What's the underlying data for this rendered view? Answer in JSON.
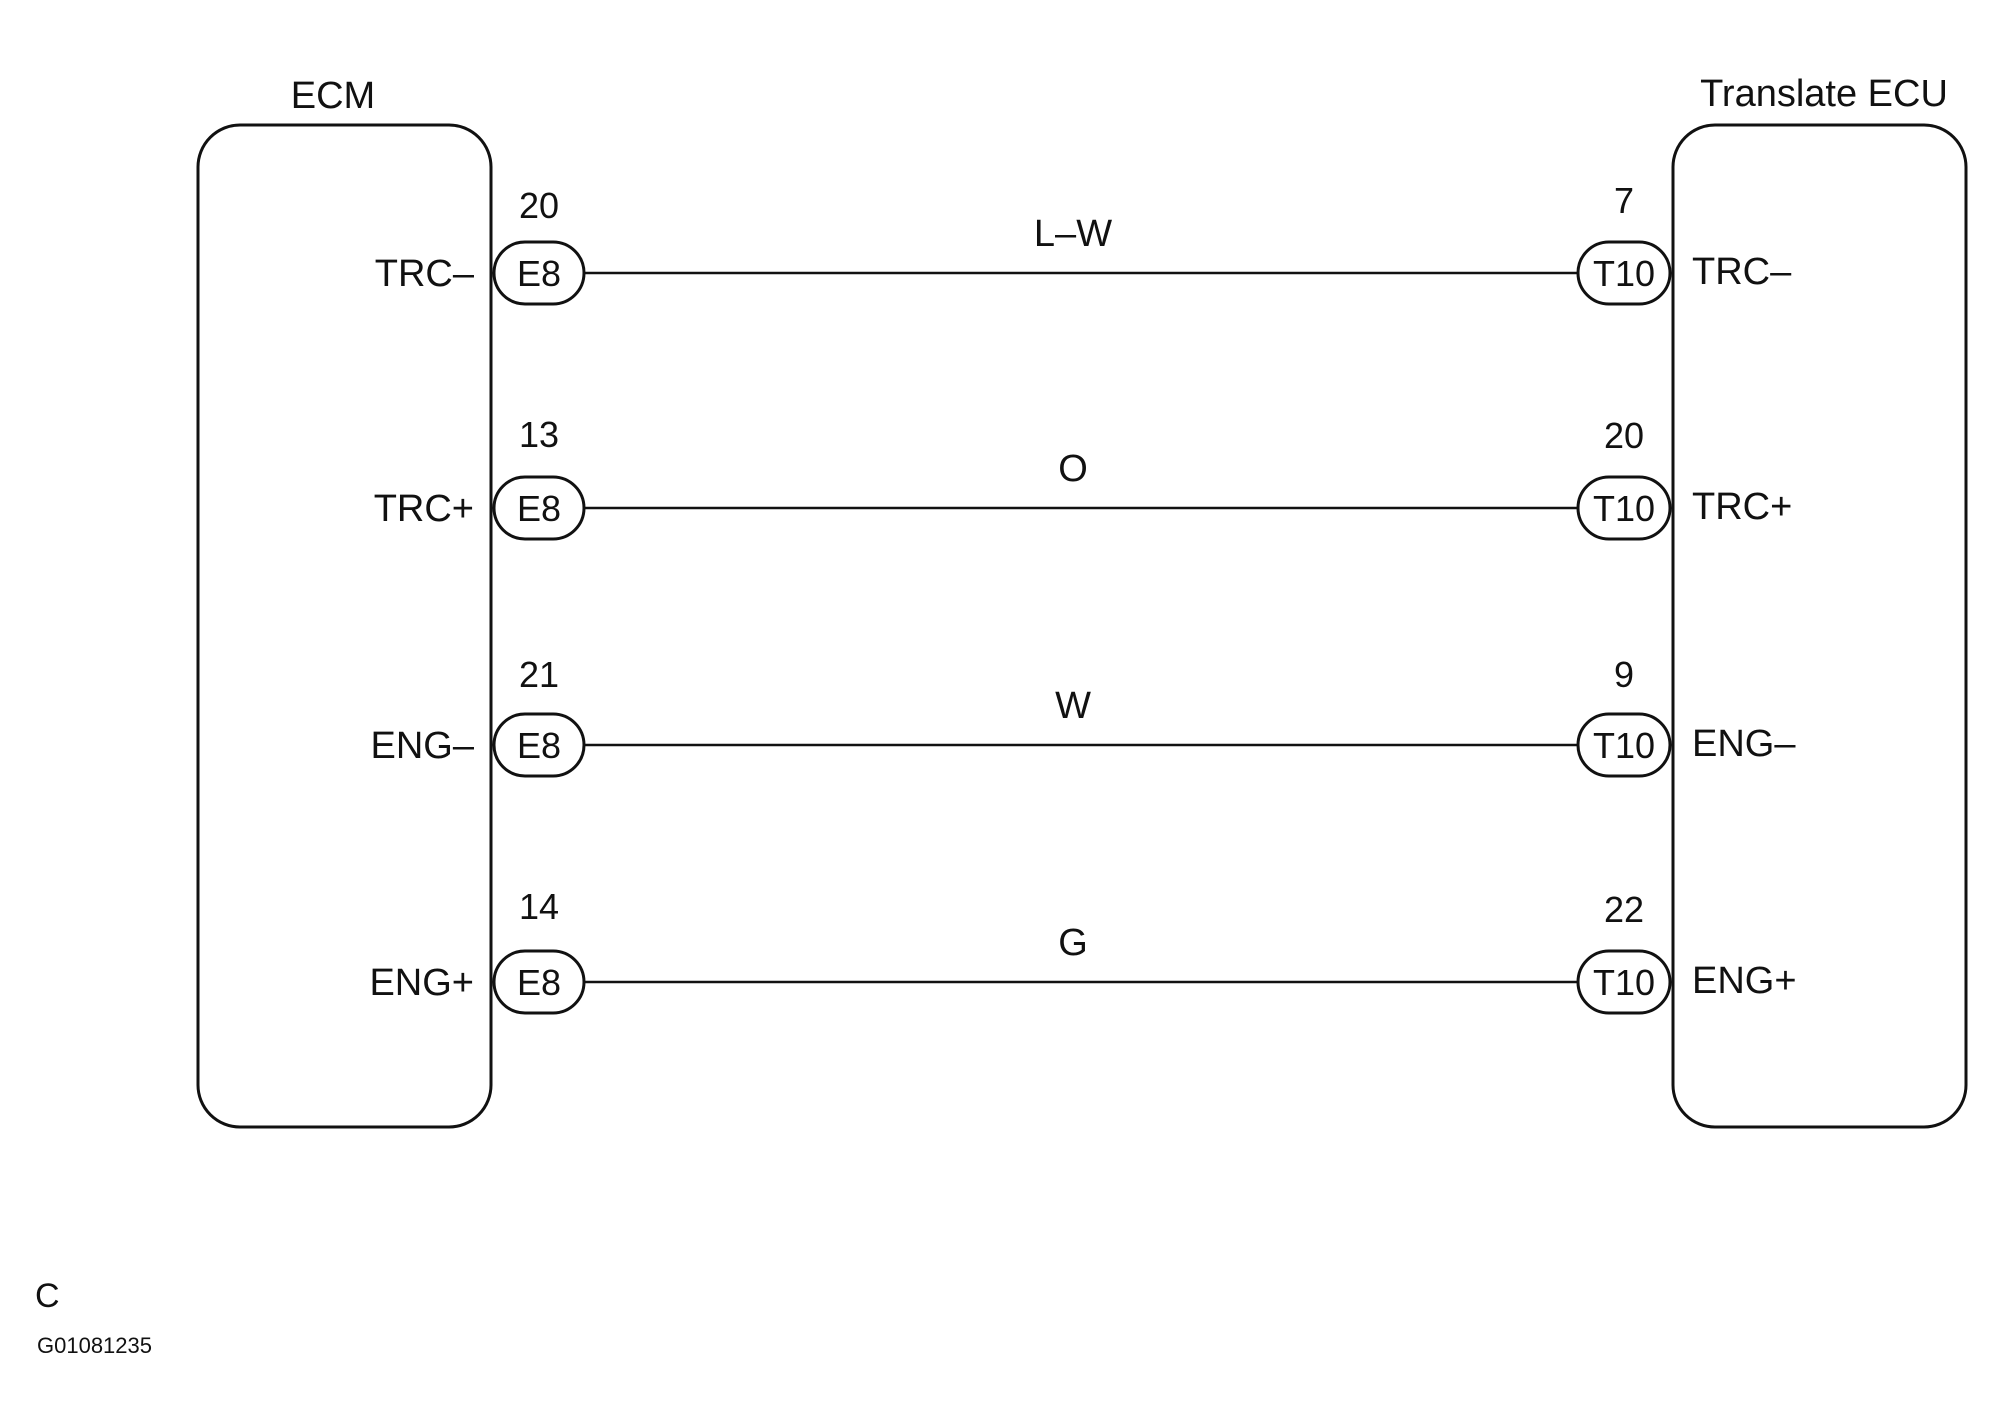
{
  "components": {
    "left": {
      "title": "ECM"
    },
    "right": {
      "title": "Translate ECU"
    }
  },
  "connections": [
    {
      "left_terminal": "TRC–",
      "left_pin": "20",
      "left_connector": "E8",
      "wire_color": "L–W",
      "right_pin": "7",
      "right_connector": "T10",
      "right_terminal": "TRC–"
    },
    {
      "left_terminal": "TRC+",
      "left_pin": "13",
      "left_connector": "E8",
      "wire_color": "O",
      "right_pin": "20",
      "right_connector": "T10",
      "right_terminal": "TRC+"
    },
    {
      "left_terminal": "ENG–",
      "left_pin": "21",
      "left_connector": "E8",
      "wire_color": "W",
      "right_pin": "9",
      "right_connector": "T10",
      "right_terminal": "ENG–"
    },
    {
      "left_terminal": "ENG+",
      "left_pin": "14",
      "left_connector": "E8",
      "wire_color": "G",
      "right_pin": "22",
      "right_connector": "T10",
      "right_terminal": "ENG+"
    }
  ],
  "footer": {
    "section_letter": "C",
    "figure_code": "G01081235"
  }
}
